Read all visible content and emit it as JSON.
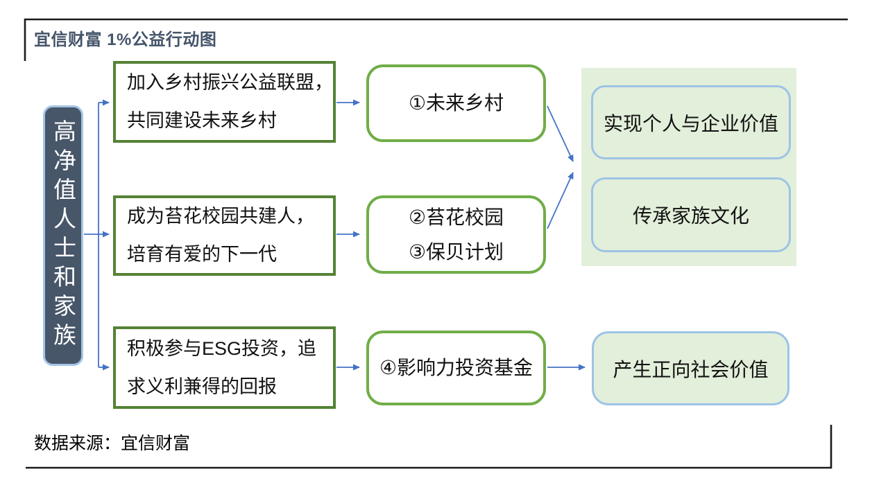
{
  "title": "宜信财富 1%公益行动图",
  "source_note": "数据来源：宜信财富",
  "actor": {
    "label": "高净值人士和家族"
  },
  "rows": [
    {
      "action_lines": [
        "加入乡村振兴公益联盟，",
        "共同建设未来乡村"
      ],
      "program_lines": [
        "①未来乡村"
      ]
    },
    {
      "action_lines": [
        "成为苔花校园共建人，",
        "培育有爱的下一代"
      ],
      "program_lines": [
        "②苔花校园",
        "③保贝计划"
      ]
    },
    {
      "action_lines": [
        "积极参与ESG投资，追",
        "求义利兼得的回报"
      ],
      "program_lines": [
        "④影响力投资基金"
      ]
    }
  ],
  "outcomes": {
    "personal_enterprise_value": "实现个人与企业价值",
    "family_culture": "传承家族文化",
    "social_value": "产生正向社会价值"
  },
  "colors": {
    "title_text": "#44546A",
    "frame_line": "#1A1A1A",
    "action_box_border": "#548235",
    "program_box_border": "#70AD47",
    "panel_fill": "#E2EFDA",
    "outcome_border": "#9DC3E6",
    "actor_fill": "#475669",
    "actor_border": "#A6C4E7",
    "arrow": "#4472C4"
  }
}
